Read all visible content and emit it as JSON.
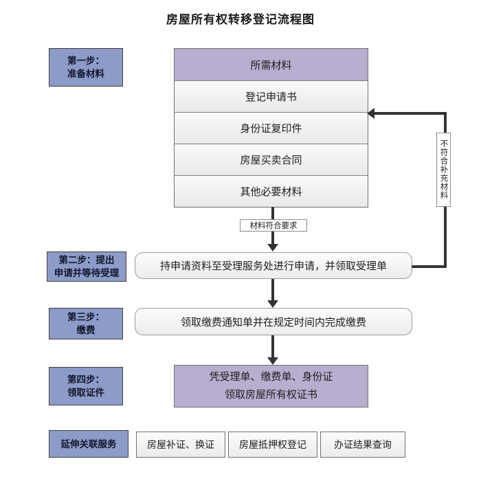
{
  "title": "房屋所有权转移登记流程图",
  "steps": [
    {
      "line1": "第一步：",
      "line2": "准备材料"
    },
    {
      "line1": "第二步：提出",
      "line2": "申请并等待受理"
    },
    {
      "line1": "第三步：",
      "line2": "缴费"
    },
    {
      "line1": "第四步：",
      "line2": "领取证件"
    },
    {
      "line1": "延伸关联服务",
      "line2": ""
    }
  ],
  "materials": {
    "header": "所需材料",
    "items": [
      "登记申请书",
      "身份证复印件",
      "房屋买卖合同",
      "其他必要材料"
    ]
  },
  "process": {
    "apply": "持申请资料至受理服务处进行申请，并领取受理单",
    "pay": "领取缴费通知单并在规定时间内完成缴费",
    "collect_line1": "凭受理单、缴费单、身份证",
    "collect_line2": "领取房屋所有权证书"
  },
  "edge_labels": {
    "pass": "材料符合要求",
    "fail": "不符合补充材料"
  },
  "related_services": [
    "房屋补证、换证",
    "房屋抵押权登记",
    "办证结果查询"
  ],
  "colors": {
    "step_label_fill": "#8d9bc8",
    "purple_fill": "#b8aed0",
    "line": "#333333",
    "box_border": "#6f6f6f"
  }
}
